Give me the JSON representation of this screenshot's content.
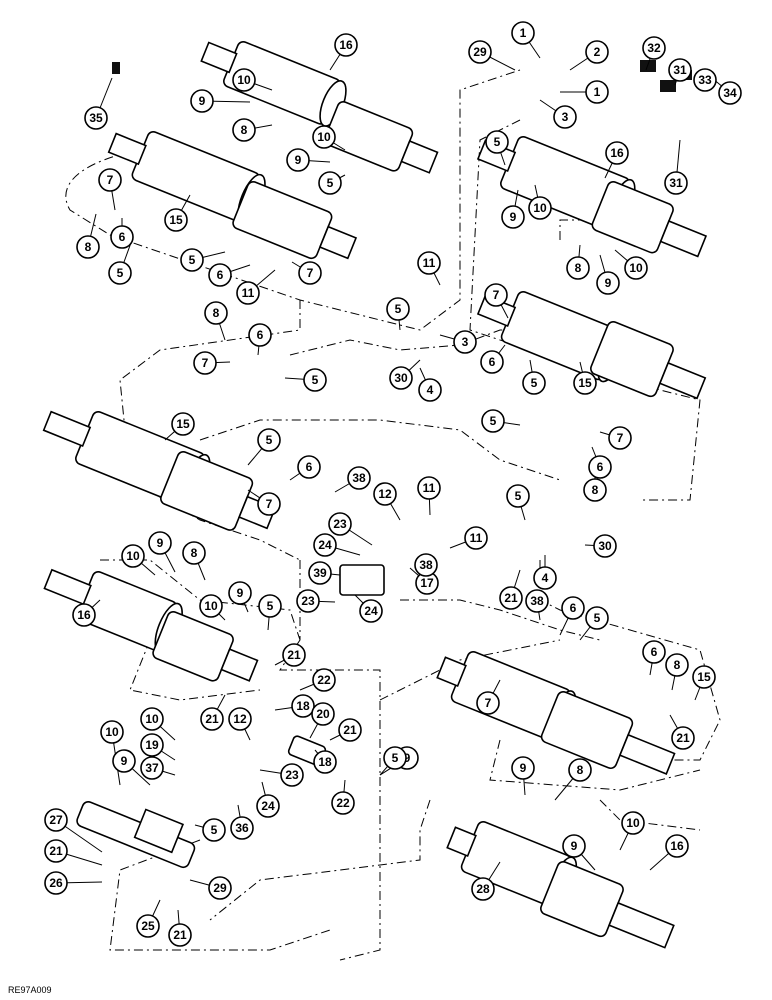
{
  "figure_ref": "RE97A009",
  "callouts": [
    {
      "label": "35"
    },
    {
      "label": "16"
    },
    {
      "label": "10"
    },
    {
      "label": "9"
    },
    {
      "label": "8"
    },
    {
      "label": "10"
    },
    {
      "label": "9"
    },
    {
      "label": "5"
    },
    {
      "label": "7"
    },
    {
      "label": "15"
    },
    {
      "label": "8"
    },
    {
      "label": "6"
    },
    {
      "label": "5"
    },
    {
      "label": "5"
    },
    {
      "label": "6"
    },
    {
      "label": "7"
    },
    {
      "label": "11"
    },
    {
      "label": "29"
    },
    {
      "label": "1"
    },
    {
      "label": "2"
    },
    {
      "label": "1"
    },
    {
      "label": "3"
    },
    {
      "label": "32"
    },
    {
      "label": "31"
    },
    {
      "label": "33"
    },
    {
      "label": "34"
    },
    {
      "label": "31"
    },
    {
      "label": "5"
    },
    {
      "label": "16"
    },
    {
      "label": "9"
    },
    {
      "label": "10"
    },
    {
      "label": "8"
    },
    {
      "label": "9"
    },
    {
      "label": "10"
    },
    {
      "label": "11"
    },
    {
      "label": "5"
    },
    {
      "label": "3"
    },
    {
      "label": "30"
    },
    {
      "label": "4"
    },
    {
      "label": "7"
    },
    {
      "label": "6"
    },
    {
      "label": "5"
    },
    {
      "label": "15"
    },
    {
      "label": "8"
    },
    {
      "label": "6"
    },
    {
      "label": "7"
    },
    {
      "label": "5"
    },
    {
      "label": "5"
    },
    {
      "label": "7"
    },
    {
      "label": "6"
    },
    {
      "label": "8"
    },
    {
      "label": "15"
    },
    {
      "label": "5"
    },
    {
      "label": "6"
    },
    {
      "label": "38"
    },
    {
      "label": "7"
    },
    {
      "label": "12"
    },
    {
      "label": "11"
    },
    {
      "label": "23"
    },
    {
      "label": "11"
    },
    {
      "label": "24"
    },
    {
      "label": "39"
    },
    {
      "label": "17"
    },
    {
      "label": "38"
    },
    {
      "label": "23"
    },
    {
      "label": "24"
    },
    {
      "label": "5"
    },
    {
      "label": "30"
    },
    {
      "label": "4"
    },
    {
      "label": "21"
    },
    {
      "label": "38"
    },
    {
      "label": "6"
    },
    {
      "label": "5"
    },
    {
      "label": "10"
    },
    {
      "label": "9"
    },
    {
      "label": "8"
    },
    {
      "label": "16"
    },
    {
      "label": "10"
    },
    {
      "label": "9"
    },
    {
      "label": "5"
    },
    {
      "label": "21"
    },
    {
      "label": "22"
    },
    {
      "label": "21"
    },
    {
      "label": "12"
    },
    {
      "label": "18"
    },
    {
      "label": "20"
    },
    {
      "label": "21"
    },
    {
      "label": "9"
    },
    {
      "label": "10"
    },
    {
      "label": "19"
    },
    {
      "label": "18"
    },
    {
      "label": "22"
    },
    {
      "label": "23"
    },
    {
      "label": "24"
    },
    {
      "label": "36"
    },
    {
      "label": "10"
    },
    {
      "label": "9"
    },
    {
      "label": "37"
    },
    {
      "label": "5"
    },
    {
      "label": "6"
    },
    {
      "label": "8"
    },
    {
      "label": "15"
    },
    {
      "label": "7"
    },
    {
      "label": "21"
    },
    {
      "label": "5"
    },
    {
      "label": "9"
    },
    {
      "label": "8"
    },
    {
      "label": "10"
    },
    {
      "label": "9"
    },
    {
      "label": "16"
    },
    {
      "label": "28"
    },
    {
      "label": "27"
    },
    {
      "label": "21"
    },
    {
      "label": "26"
    },
    {
      "label": "29"
    },
    {
      "label": "25"
    },
    {
      "label": "21"
    }
  ]
}
